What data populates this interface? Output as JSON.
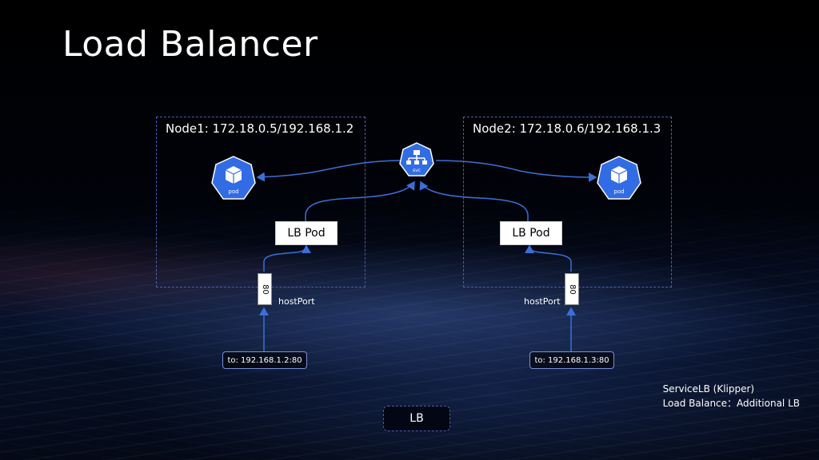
{
  "title": "Load Balancer",
  "node1": {
    "label": "Node1: 172.18.0.5/192.168.1.2",
    "pod_label": "pod",
    "lb_pod_label": "LB Pod",
    "port": "80",
    "host_port_label": "hostPort",
    "target": "to: 192.168.1.2:80"
  },
  "node2": {
    "label": "Node2: 172.18.0.6/192.168.1.3",
    "pod_label": "pod",
    "lb_pod_label": "LB Pod",
    "port": "80",
    "host_port_label": "hostPort",
    "target": "to: 192.168.1.3:80"
  },
  "svc": {
    "label": "svc"
  },
  "note": {
    "line1": "ServiceLB (Klipper)",
    "line2": "Load Balance：Additional LB"
  },
  "lb_button": "LB",
  "colors": {
    "k8s_blue": "#326ce5",
    "node_border": "#4a5fb0",
    "arrow": "#3b6fd8"
  }
}
